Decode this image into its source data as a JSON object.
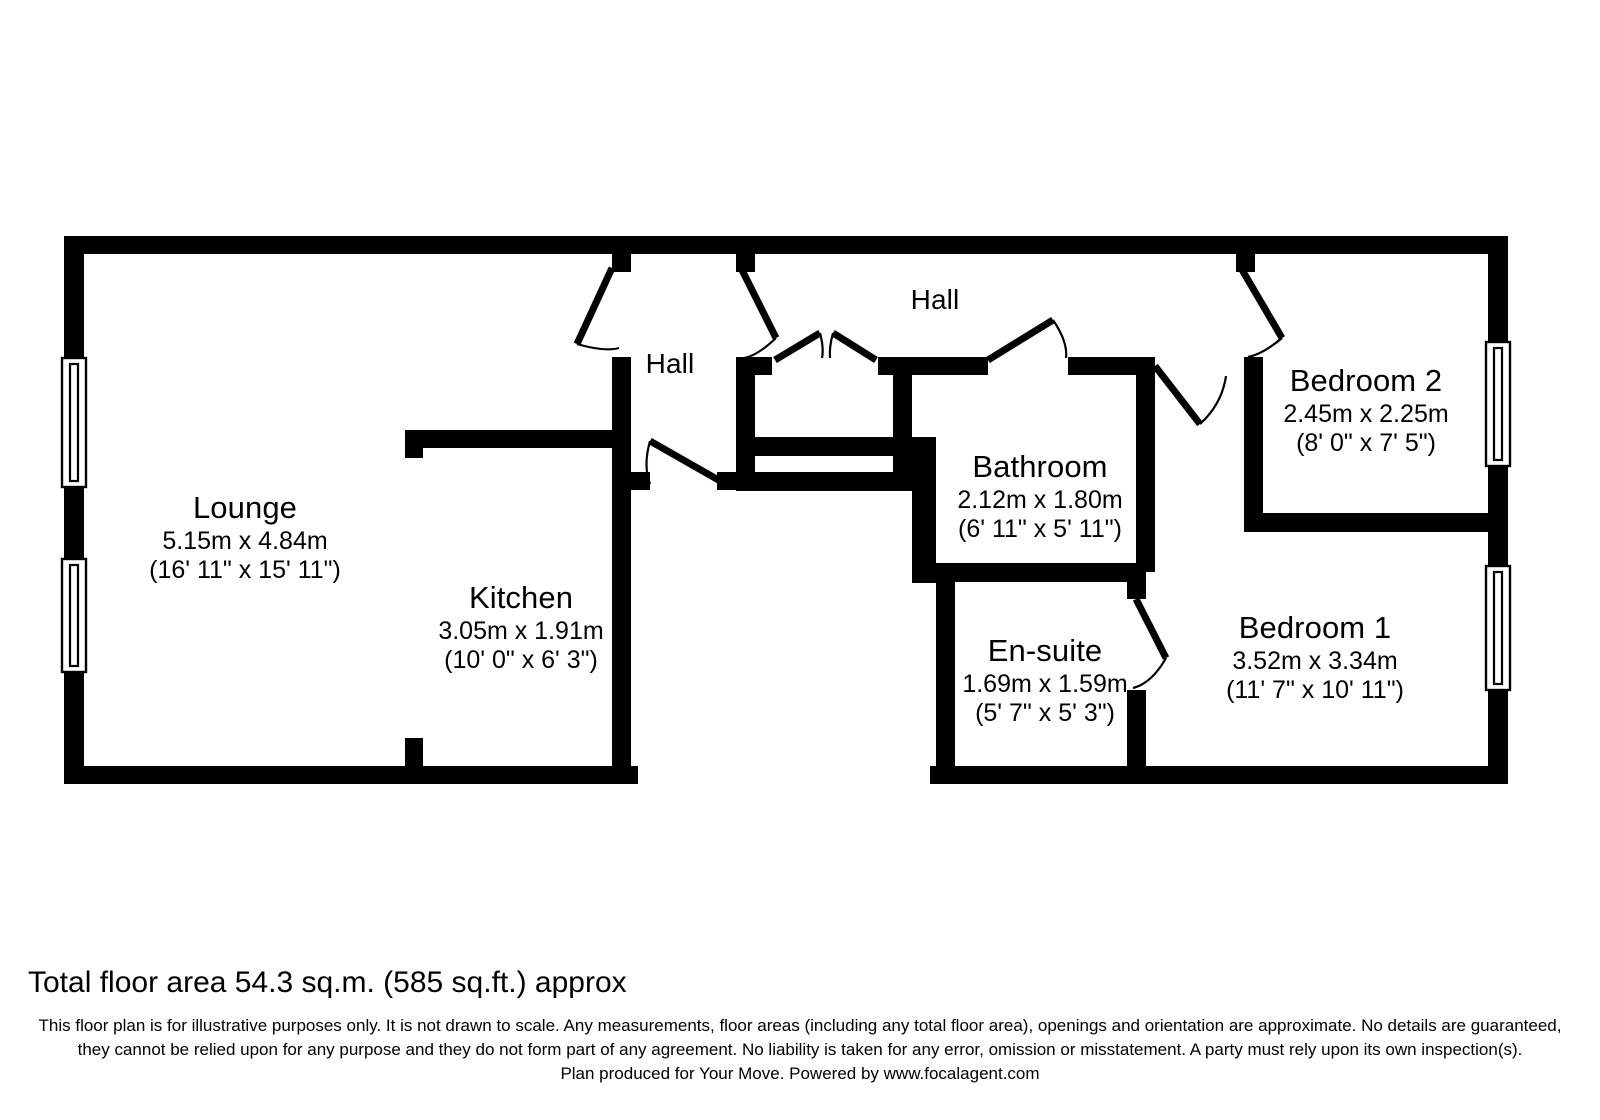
{
  "document": {
    "type": "residential-floor-plan",
    "background_color": "#ffffff",
    "ink_color": "#000000"
  },
  "rooms": [
    {
      "key": "lounge",
      "name": "Lounge",
      "dim_metric": "5.15m x 4.84m",
      "dim_imperial": "(16' 11\" x 15' 11\")"
    },
    {
      "key": "kitchen",
      "name": "Kitchen",
      "dim_metric": "3.05m x 1.91m",
      "dim_imperial": "(10' 0\" x 6' 3\")"
    },
    {
      "key": "hall_left",
      "name": "Hall",
      "dim_metric": "",
      "dim_imperial": ""
    },
    {
      "key": "hall_right",
      "name": "Hall",
      "dim_metric": "",
      "dim_imperial": ""
    },
    {
      "key": "bathroom",
      "name": "Bathroom",
      "dim_metric": "2.12m x 1.80m",
      "dim_imperial": "(6' 11\" x 5' 11\")"
    },
    {
      "key": "ensuite",
      "name": "En-suite",
      "dim_metric": "1.69m x 1.59m",
      "dim_imperial": "(5' 7\" x 5' 3\")"
    },
    {
      "key": "bedroom2",
      "name": "Bedroom 2",
      "dim_metric": "2.45m x 2.25m",
      "dim_imperial": "(8' 0\" x 7' 5\")"
    },
    {
      "key": "bedroom1",
      "name": "Bedroom 1",
      "dim_metric": "3.52m x 3.34m",
      "dim_imperial": "(11' 7\" x 10' 11\")"
    }
  ],
  "footer": {
    "total_area": "Total floor area 54.3 sq.m. (585 sq.ft.) approx",
    "disclaimer_line1": "This floor plan is for illustrative purposes only. It is not drawn to scale. Any measurements, floor areas (including any total floor area), openings and orientation are approximate. No details are guaranteed,",
    "disclaimer_line2": "they cannot be relied upon for any purpose and they do not form part of any agreement. No liability is taken for any error, omission or misstatement. A party must rely upon its own inspection(s).",
    "disclaimer_line3": "Plan produced for Your Move. Powered by www.focalagent.com"
  }
}
